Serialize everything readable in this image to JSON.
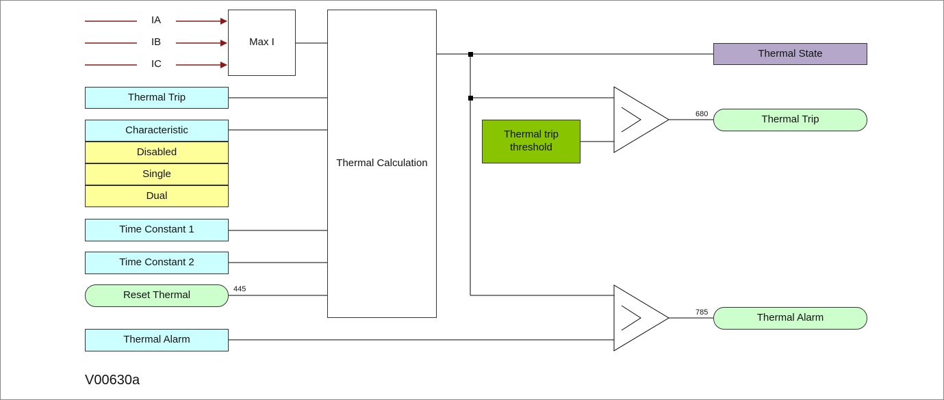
{
  "inputs": {
    "ia": "IA",
    "ib": "IB",
    "ic": "IC"
  },
  "blocks": {
    "max_i": "Max I",
    "thermal_calculation": "Thermal Calculation"
  },
  "settings": {
    "thermal_trip": "Thermal Trip",
    "characteristic": "Characteristic",
    "time_constant_1": "Time Constant 1",
    "time_constant_2": "Time Constant 2",
    "thermal_alarm": "Thermal Alarm"
  },
  "characteristic_options": [
    "Disabled",
    "Single",
    "Dual"
  ],
  "ddb_in": {
    "reset_thermal": "Reset Thermal",
    "reset_thermal_num": "445"
  },
  "outputs": {
    "thermal_state": "Thermal State",
    "thermal_trip": "Thermal Trip",
    "thermal_trip_num": "680",
    "thermal_alarm": "Thermal Alarm",
    "thermal_alarm_num": "785"
  },
  "threshold": {
    "line1": "Thermal trip",
    "line2": "threshold"
  },
  "diagram_ref": "V00630a",
  "colors": {
    "setting": "#ccffff",
    "option": "#ffff99",
    "ddb": "#ccffcc",
    "measurement": "#b4a7c9",
    "threshold": "#88c400",
    "arrow": "#8b1a1a"
  }
}
